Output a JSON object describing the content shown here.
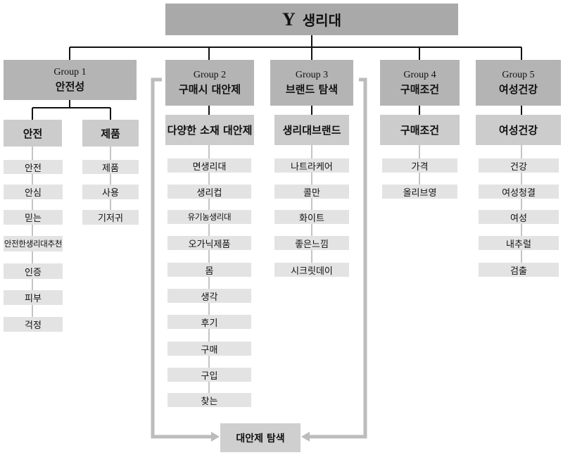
{
  "root": {
    "prefix": "Y",
    "title": "생리대"
  },
  "groups": [
    {
      "label": "Group 1",
      "title": "안전성",
      "subs": [
        {
          "title": "안전",
          "items": [
            "안전",
            "안심",
            "믿는",
            "안전한생리대추천",
            "인증",
            "피부",
            "걱정"
          ]
        },
        {
          "title": "제품",
          "items": [
            "제품",
            "사용",
            "기저귀"
          ]
        }
      ]
    },
    {
      "label": "Group 2",
      "title": "구매시 대안제",
      "subs": [
        {
          "title": "다양한 소재 대안제",
          "items": [
            "면생리대",
            "생리컵",
            "유기농생리대",
            "오가닉제품",
            "몸",
            "생각",
            "후기",
            "구매",
            "구입",
            "찾는"
          ]
        }
      ]
    },
    {
      "label": "Group 3",
      "title": "브랜드 탐색",
      "subs": [
        {
          "title": "생리대브랜드",
          "items": [
            "나트라케어",
            "콜만",
            "화이트",
            "좋은느낌",
            "시크릿데이"
          ]
        }
      ]
    },
    {
      "label": "Group 4",
      "title": "구매조건",
      "subs": [
        {
          "title": "구매조건",
          "items": [
            "가격",
            "올리브영"
          ]
        }
      ]
    },
    {
      "label": "Group 5",
      "title": "여성건강",
      "subs": [
        {
          "title": "여성건강",
          "items": [
            "건강",
            "여성청결",
            "여성",
            "내추럴",
            "검출"
          ]
        }
      ]
    }
  ],
  "target": {
    "title": "대안제 탐색"
  }
}
